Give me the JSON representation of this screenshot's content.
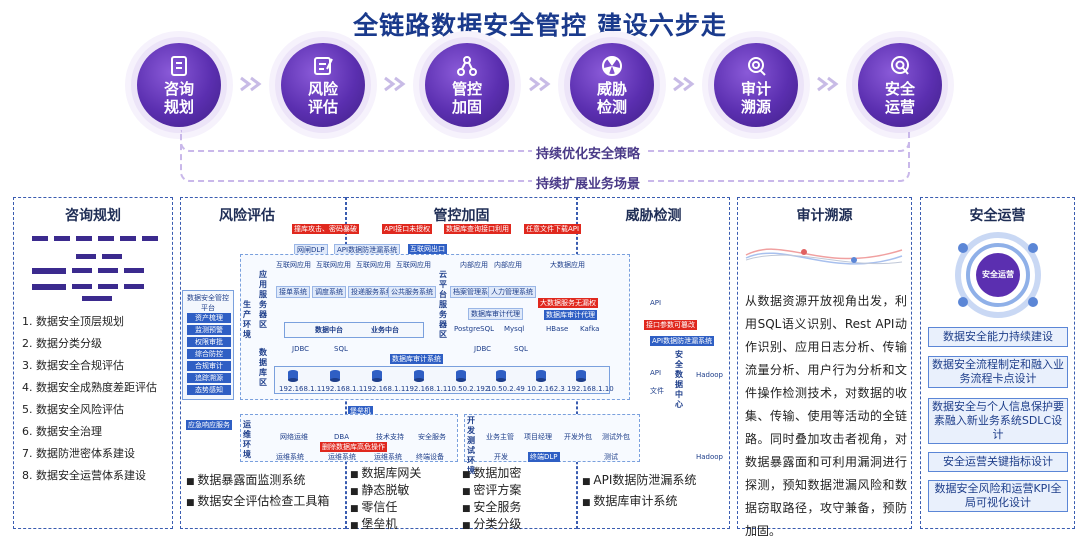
{
  "title": "全链路数据安全管控 建设六步走",
  "steps": [
    {
      "label": "咨询规划",
      "icon": "document-icon"
    },
    {
      "label": "风险评估",
      "icon": "form-icon"
    },
    {
      "label": "管控加固",
      "icon": "nodes-icon"
    },
    {
      "label": "威胁检测",
      "icon": "radiation-icon"
    },
    {
      "label": "审计溯源",
      "icon": "search-icon"
    },
    {
      "label": "安全运营",
      "icon": "shield-search-icon"
    }
  ],
  "loops": {
    "inner": "持续优化安全策略",
    "outer": "持续扩展业务场景"
  },
  "panels": {
    "consult": {
      "title": "咨询规划",
      "items": [
        "1.  数据安全顶层规划",
        "2.  数据分类分级",
        "3.  数据安全合规评估",
        "4.  数据安全成熟度差距评估",
        "5.  数据安全风险评估",
        "6.  数据安全治理",
        "7.  数据防泄密体系建设",
        "8.  数据安全运营体系建设"
      ]
    },
    "risk": {
      "title": "风险评估",
      "items": [
        "数据暴露面监测系统",
        "数据安全评估检查工具箱"
      ]
    },
    "control": {
      "title": "管控加固",
      "items_a": [
        "数据库网关",
        "静态脱敏",
        "零信任",
        "堡垒机"
      ],
      "items_b": [
        "数据加密",
        "密评方案",
        "安全服务",
        "分类分级"
      ]
    },
    "threat": {
      "title": "威胁检测",
      "items": [
        "API数据防泄漏系统",
        "数据库审计系统"
      ]
    },
    "audit": {
      "title": "审计溯源",
      "paragraph": "从数据资源开放视角出发，利用SQL语义识别、Rest API动作识别、应用日志分析、传输流量分析、用户行为分析和文件操作检测技术，对数据的收集、传输、使用等活动的全链路。同时叠加攻击者视角，对数据暴露面和可利用漏洞进行探测，预知数据泄漏风险和数据窃取路径，攻守兼备，预防加固。"
    },
    "ops": {
      "title": "安全运营",
      "center": "安全运营",
      "tags": [
        "数据安全能力持续建设",
        "数据安全流程制定和融入业务流程卡点设计",
        "数据安全与个人信息保护要素融入新业务系统SDLC设计",
        "安全运营关键指标设计",
        "数据安全风险和运营KPI全局可视化设计"
      ]
    }
  },
  "diagram": {
    "threats": [
      "撞库攻击、密码暴破",
      "API接口未授权",
      "数据库查询接口利用",
      "任意文件下载API"
    ],
    "top_bar": [
      "网闸DLP",
      "API数据防泄漏系统",
      "互联网出口"
    ],
    "left_platform": [
      "数据安全管控平台",
      "资产梳理",
      "监测预警",
      "权限审批",
      "综合防控",
      "合规审计",
      "追踪溯源",
      "态势感知"
    ],
    "prod_env": "生产环境",
    "app_zone": "应用服务器区",
    "cloud_zone": "云平台服务器区",
    "db_zone": "数据库区",
    "ops_env": "运维环境",
    "test_env": "开发测试环境",
    "security_center": "安全数据中心",
    "apps": [
      "互联网应用",
      "互联网应用",
      "互联网应用",
      "互联网应用"
    ],
    "app_sub": [
      "接单系统",
      "调度系统",
      "投递服务系统",
      "公共服务系统"
    ],
    "inner_apps": [
      "内部应用",
      "内部应用"
    ],
    "inner_sub": [
      "档案管理系统",
      "人力管理系统"
    ],
    "bigdata": "大数据应用",
    "data_center": "数据中台",
    "biz_center": "业务中台",
    "db_audit": "数据库审计系统",
    "db_proxy": "数据库审计代理",
    "bigdata_alarm": "大数据服务无漏权",
    "api_param": "接口参数可篡改",
    "api_leak": "API数据防泄漏系统",
    "bastion": "堡垒机",
    "dba_risk": "删除数据库高危操作",
    "emergency": "应急响应服务",
    "terminal_dlp": "终端DLP",
    "ips": [
      "192.168.1.1",
      "192.168.1.1",
      "192.168.1.1",
      "192.168.1.1",
      "10.50.2.192",
      "10.50.2.49",
      "10.2.162.3",
      "192.168.1.10"
    ],
    "ops_roles": [
      "网络运维",
      "DBA",
      "技术支持",
      "安全服务"
    ],
    "ops_devs": [
      "运维系统",
      "运维系统",
      "运维系统",
      "终端设备"
    ],
    "test_roles": [
      "业务主管",
      "项目经理",
      "开发外包",
      "测试外包"
    ],
    "test_devs": [
      "开发",
      "测试"
    ],
    "protos": [
      "API",
      "API",
      "API",
      "JDBC",
      "SQL",
      "JDBC",
      "SQL",
      "API",
      "文件"
    ],
    "db_names": [
      "PostgreSQL",
      "Mysql",
      "HBase",
      "Kafka",
      "Hadoop",
      "Hadoop"
    ]
  },
  "colors": {
    "primary": "#5b2fb0",
    "accent_red": "#e0281e",
    "accent_blue": "#2f5fc4",
    "title": "#1a3a8c"
  }
}
